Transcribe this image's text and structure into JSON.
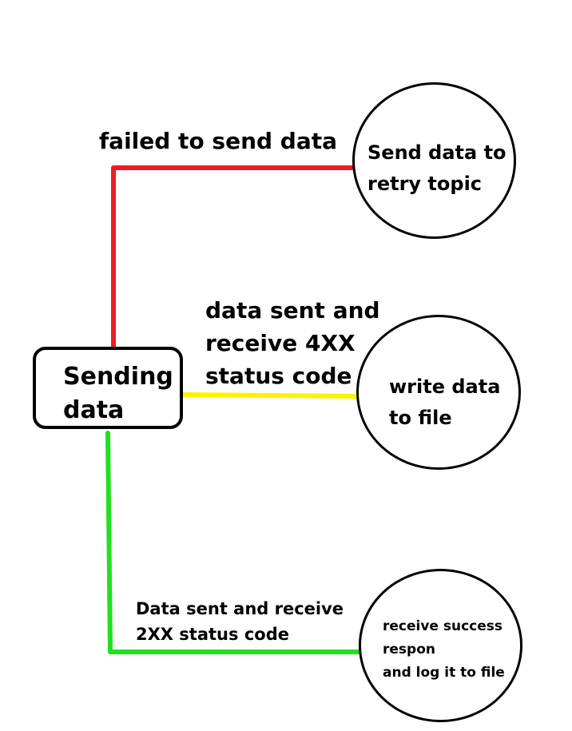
{
  "colors": {
    "failed_edge": "#ed1c24",
    "status_4xx_edge": "#fff200",
    "status_2xx_edge": "#22e01f",
    "outline": "#000000",
    "background": "#ffffff"
  },
  "nodes": {
    "sending": {
      "lines": [
        "Sending",
        "data"
      ]
    },
    "retry": {
      "lines": [
        "Send data to",
        "retry topic"
      ]
    },
    "write_file": {
      "lines": [
        "write data",
        "to file"
      ]
    },
    "success": {
      "lines": [
        "receive success",
        "respon",
        "and log it to file"
      ]
    }
  },
  "edges": {
    "failed": {
      "label": "failed to send data"
    },
    "status_4xx": {
      "lines": [
        "data sent and",
        "receive 4XX",
        "status code"
      ]
    },
    "status_2xx": {
      "lines": [
        "Data sent and receive",
        "2XX status code"
      ]
    }
  }
}
